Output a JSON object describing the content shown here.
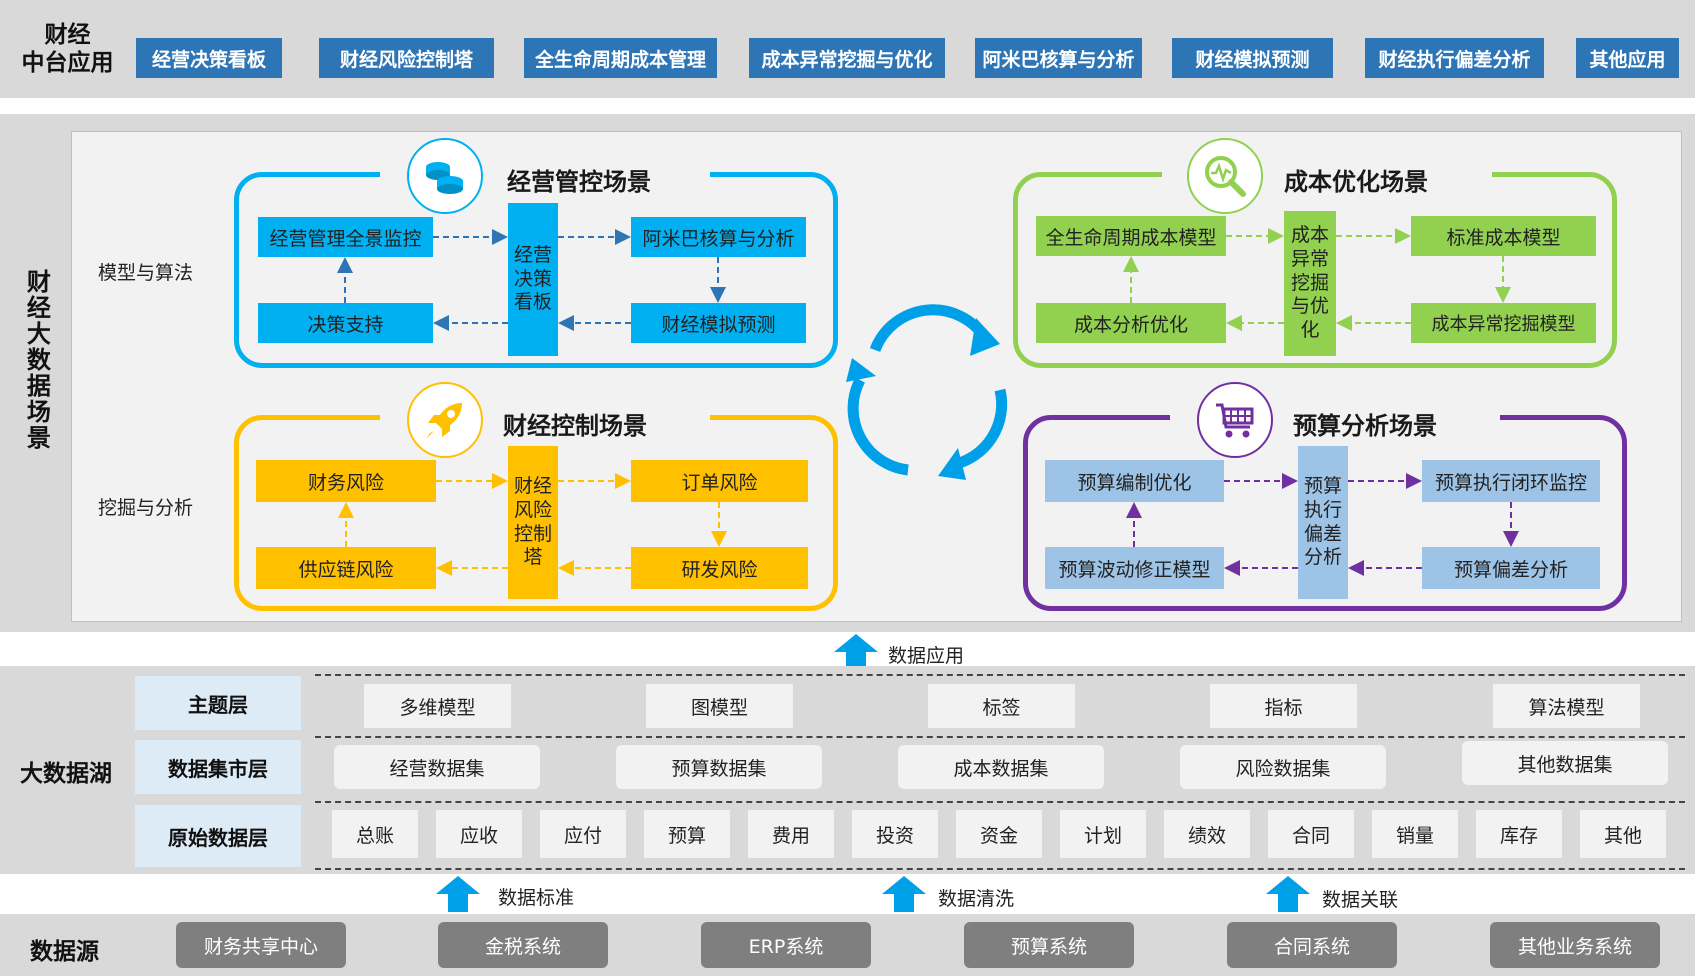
{
  "top": {
    "title_line1": "财经",
    "title_line2": "中台应用",
    "apps": [
      "经营决策看板",
      "财经风险控制塔",
      "全生命周期成本管理",
      "成本异常挖掘与优化",
      "阿米巴核算与分析",
      "财经模拟预测",
      "财经执行偏差分析",
      "其他应用"
    ]
  },
  "scenes": {
    "side_title": "财经大数据场景",
    "label_model": "模型与算法",
    "label_mining": "挖掘与分析",
    "ops": {
      "title": "经营管控场景",
      "tl": "经营管理全景监控",
      "tr": "阿米巴核算与分析",
      "bl": "决策支持",
      "br": "财经模拟预测",
      "center": "经营决策看板",
      "icon": "coins-icon"
    },
    "cost": {
      "title": "成本优化场景",
      "tl": "全生命周期成本模型",
      "tr": "标准成本模型",
      "bl": "成本分析优化",
      "br": "成本异常挖掘模型",
      "center": "成本异常挖掘与优化",
      "icon": "magnifier-chart-icon"
    },
    "risk": {
      "title": "财经控制场景",
      "tl": "财务风险",
      "tr": "订单风险",
      "bl": "供应链风险",
      "br": "研发风险",
      "center": "财经风险控制塔",
      "icon": "rocket-icon"
    },
    "budget": {
      "title": "预算分析场景",
      "tl": "预算编制优化",
      "tr": "预算执行闭环监控",
      "bl": "预算波动修正模型",
      "br": "预算偏差分析",
      "center": "预算执行偏差分析",
      "icon": "cart-icon"
    }
  },
  "data_app_label": "数据应用",
  "lake": {
    "title": "大数据湖",
    "topic_label": "主题层",
    "mart_label": "数据集市层",
    "raw_label": "原始数据层",
    "topic_items": [
      "多维模型",
      "图模型",
      "标签",
      "指标",
      "算法模型"
    ],
    "mart_items": [
      "经营数据集",
      "预算数据集",
      "成本数据集",
      "风险数据集",
      "其他数据集"
    ],
    "raw_items": [
      "总账",
      "应收",
      "应付",
      "预算",
      "费用",
      "投资",
      "资金",
      "计划",
      "绩效",
      "合同",
      "销量",
      "库存",
      "其他"
    ]
  },
  "flow_labels": [
    "数据标准",
    "数据清洗",
    "数据关联"
  ],
  "sources": {
    "title": "数据源",
    "items": [
      "财务共享中心",
      "金税系统",
      "ERP系统",
      "预算系统",
      "合同系统",
      "其他业务系统"
    ]
  },
  "colors": {
    "blue": "#00b0f0",
    "yellow": "#ffc000",
    "green": "#92d050",
    "purple": "#7030a0",
    "app_blue": "#2e75b6",
    "arrow_blue": "#00a0e9"
  }
}
